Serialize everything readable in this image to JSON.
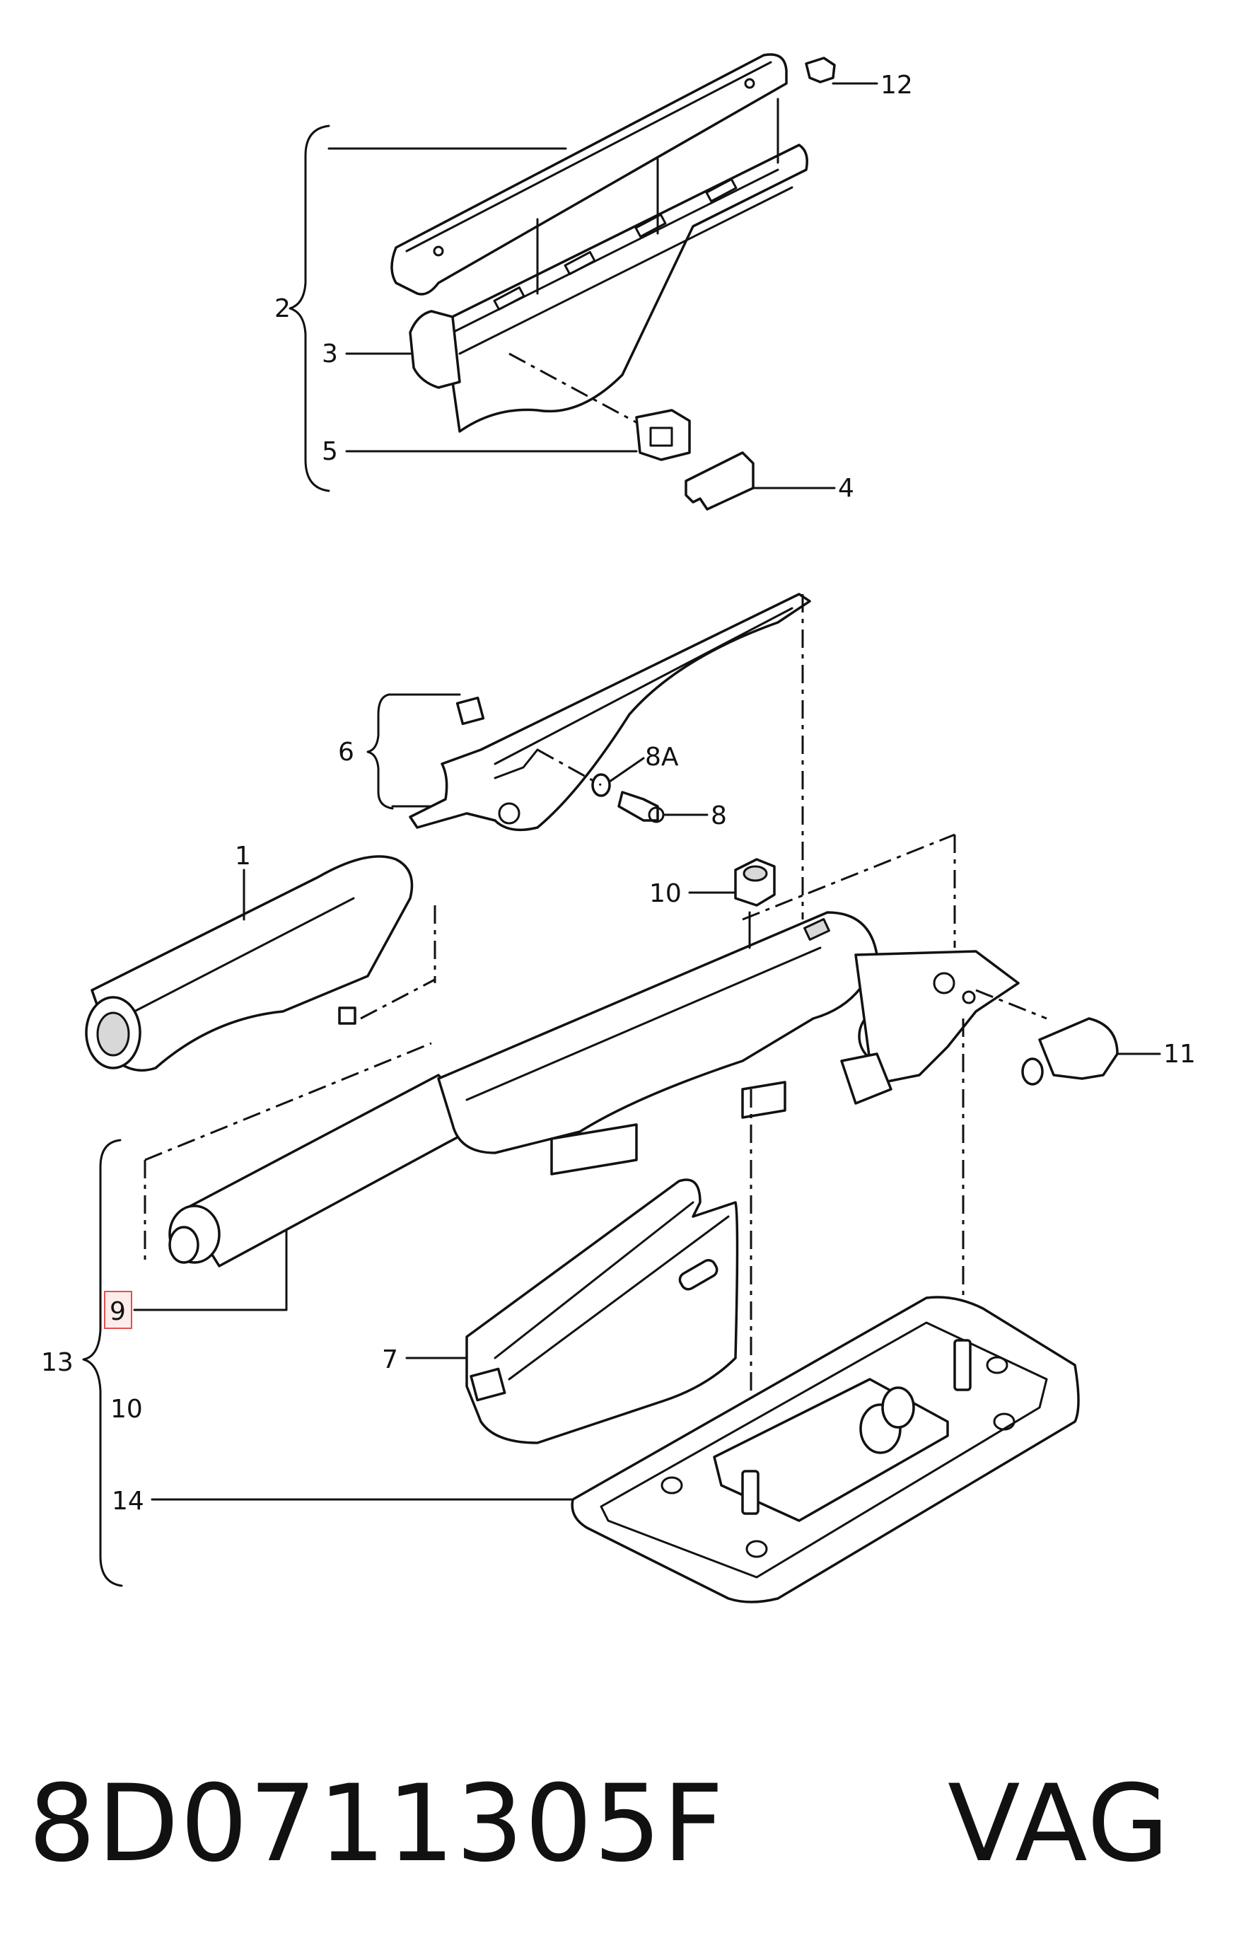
{
  "callouts": {
    "c1": "1",
    "c2": "2",
    "c3": "3",
    "c4": "4",
    "c5": "5",
    "c6": "6",
    "c7": "7",
    "c8": "8",
    "c8a": "8A",
    "c9": "9",
    "c10a": "10",
    "c10b": "10",
    "c11": "11",
    "c12": "12",
    "c13": "13",
    "c14": "14"
  },
  "footer": {
    "part_number": "8D0711305F",
    "brand": "VAG"
  },
  "highlight": {
    "callout": "9",
    "color": "#e0524f"
  }
}
